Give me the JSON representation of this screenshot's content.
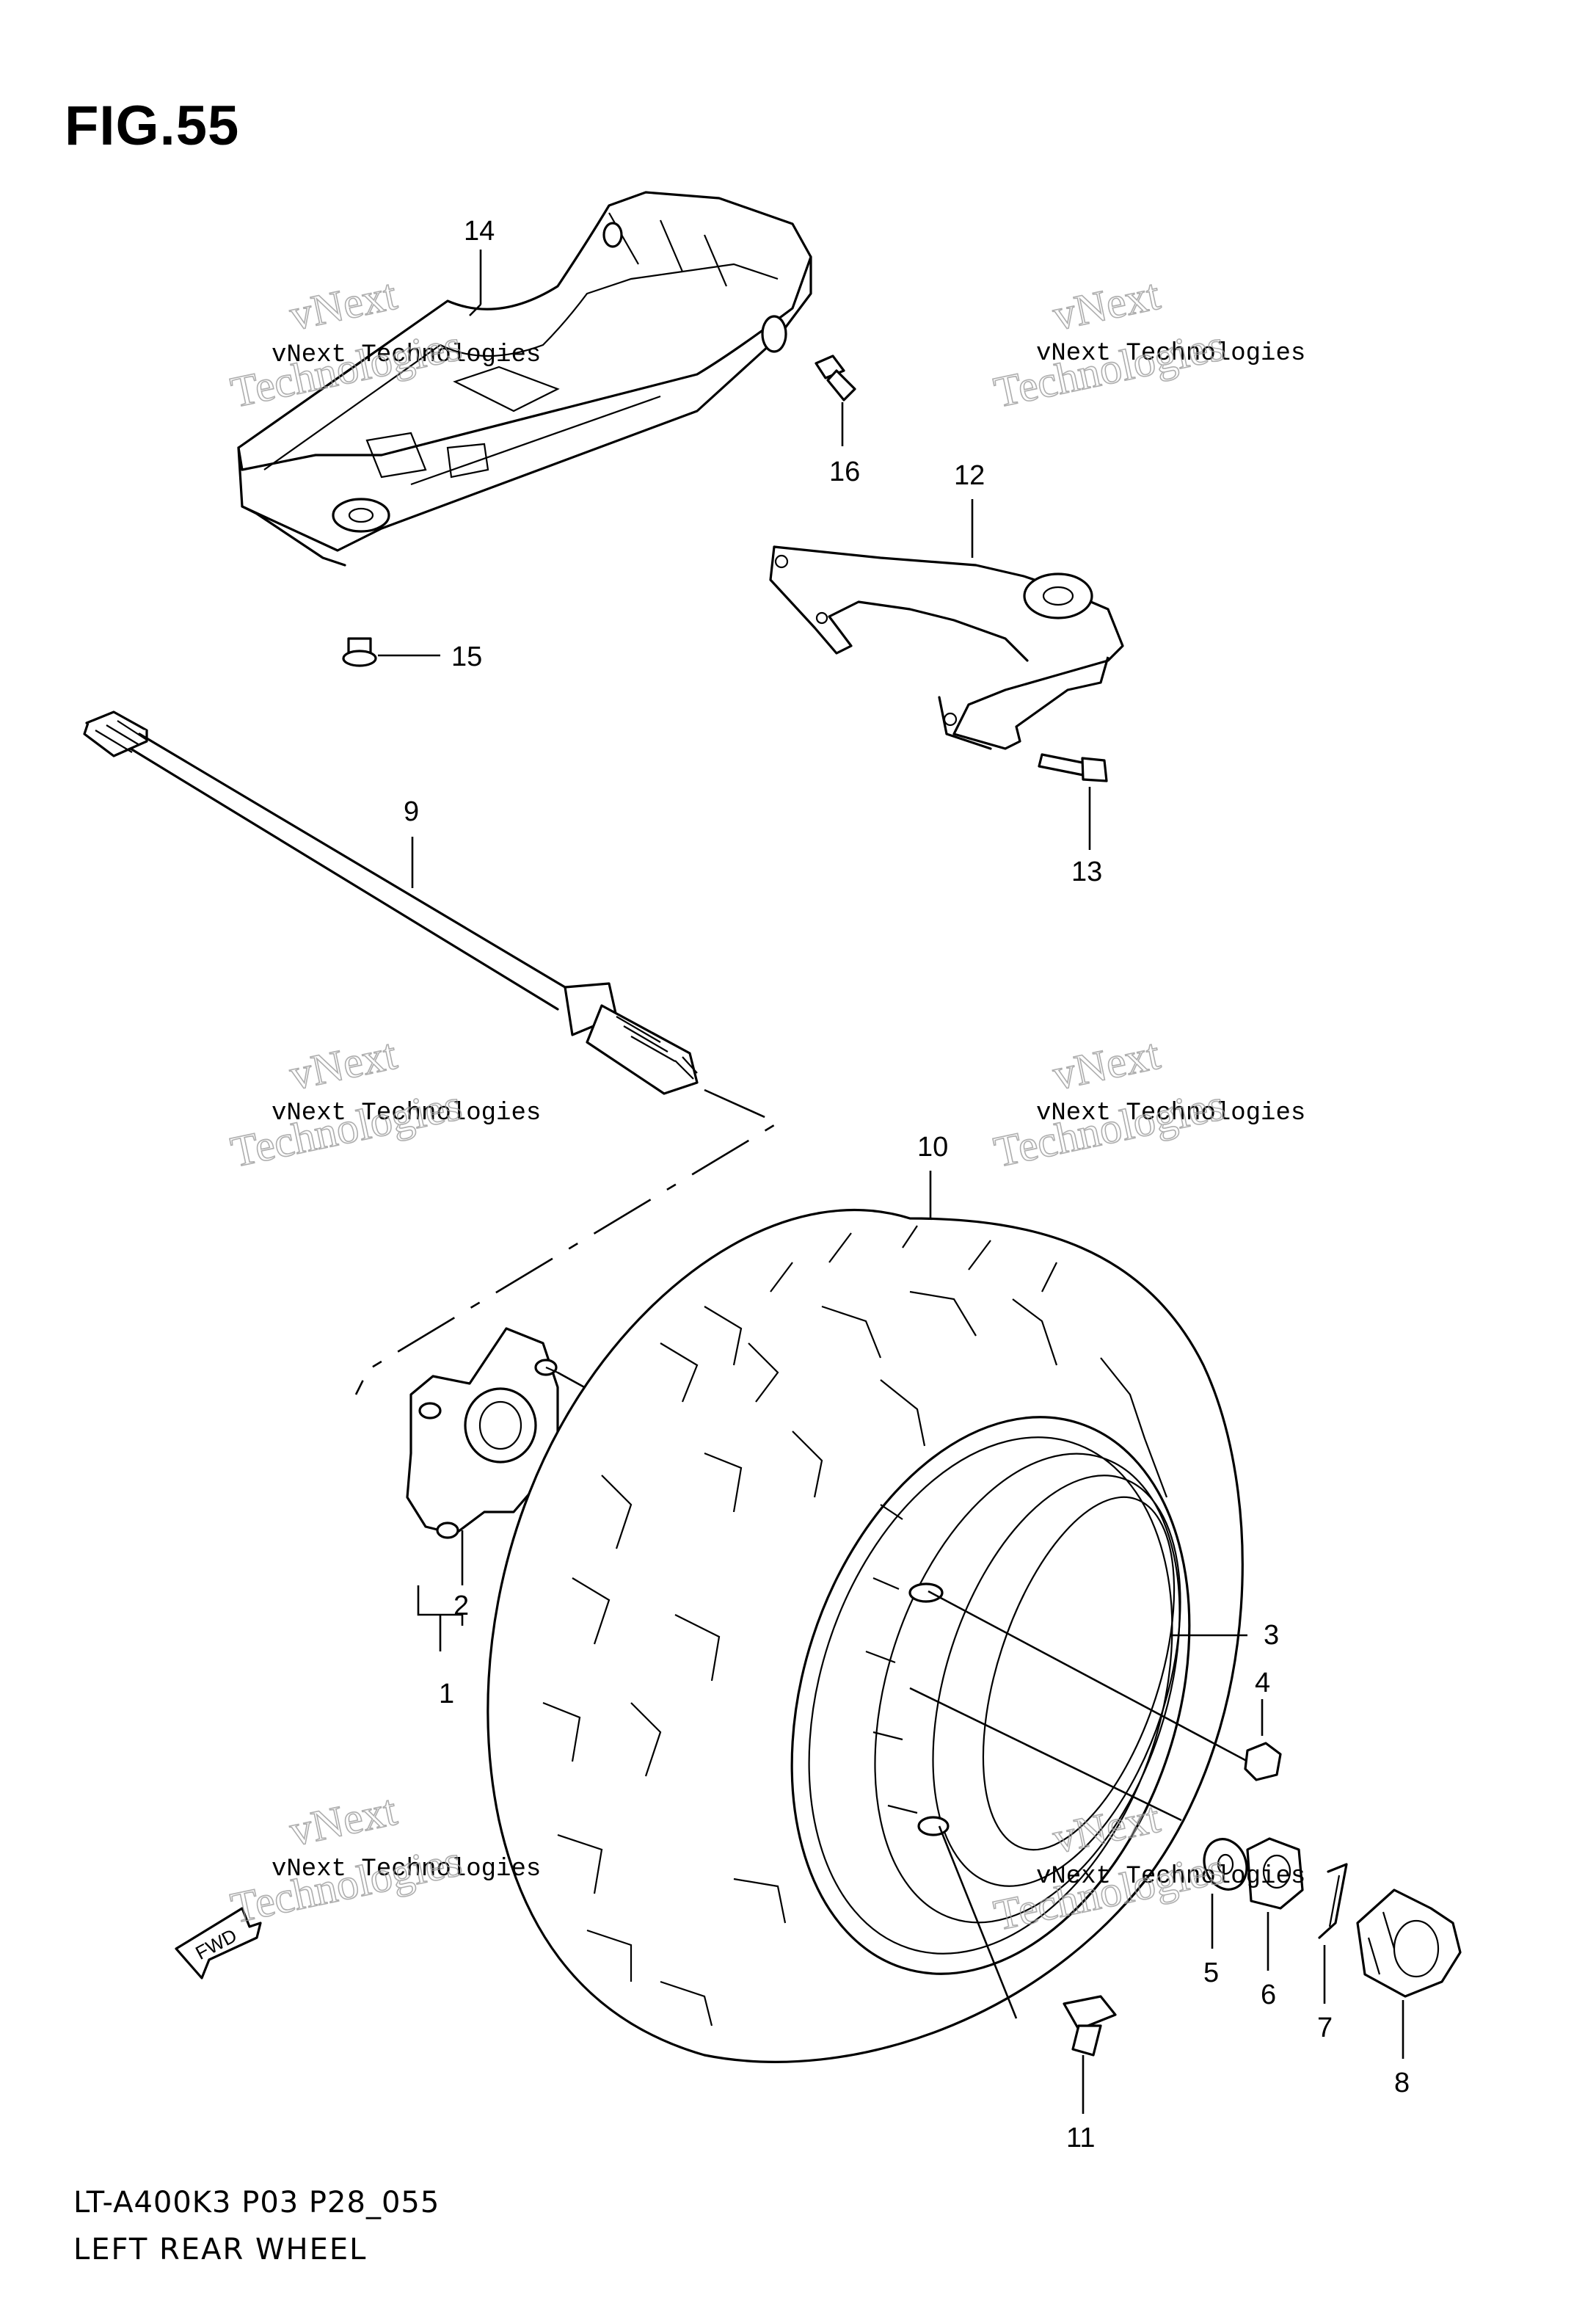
{
  "figure": {
    "title": "FIG.55"
  },
  "footer": {
    "code": "LT-A400K3 P03 P28_055",
    "description": "LEFT REAR WHEEL"
  },
  "watermark": {
    "company": "vNext Technologies",
    "big_line1": "vNext",
    "big_line2": "Technologies"
  },
  "callouts": [
    {
      "id": "1",
      "label": "1"
    },
    {
      "id": "2",
      "label": "2"
    },
    {
      "id": "3",
      "label": "3"
    },
    {
      "id": "4",
      "label": "4"
    },
    {
      "id": "5",
      "label": "5"
    },
    {
      "id": "6",
      "label": "6"
    },
    {
      "id": "7",
      "label": "7"
    },
    {
      "id": "8",
      "label": "8"
    },
    {
      "id": "9",
      "label": "9"
    },
    {
      "id": "10",
      "label": "10"
    },
    {
      "id": "11",
      "label": "11"
    },
    {
      "id": "12",
      "label": "12"
    },
    {
      "id": "13",
      "label": "13"
    },
    {
      "id": "14",
      "label": "14"
    },
    {
      "id": "15",
      "label": "15"
    },
    {
      "id": "16",
      "label": "16"
    }
  ],
  "arrow": {
    "label": "FWD"
  }
}
